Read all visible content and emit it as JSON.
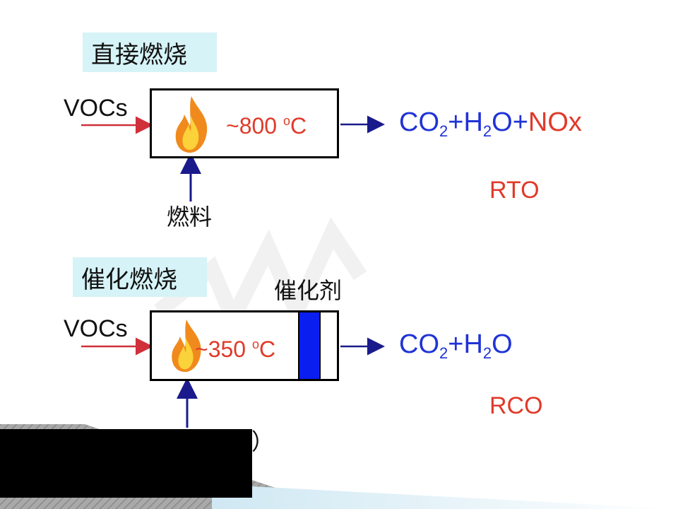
{
  "direct": {
    "title": "直接燃烧",
    "input": "VOCs",
    "temp_value": "~800 ",
    "temp_unit_sup": "o",
    "temp_unit": "C",
    "fuel_label": "燃料",
    "product": {
      "co": "CO",
      "co_sub": "2",
      "h": "+H",
      "h_sub": "2",
      "o_plus": "O+",
      "nox": "NOx"
    },
    "tag": "RTO"
  },
  "catalytic": {
    "title": "催化燃烧",
    "input": "VOCs",
    "catalyst_label": "催化剂",
    "temp_value": "~350 ",
    "temp_unit_sup": "o",
    "temp_unit": "C",
    "fuel_label": "燃料（电）",
    "product": {
      "co": "CO",
      "co_sub": "2",
      "h": "+H",
      "h_sub": "2",
      "o": "O"
    },
    "tag": "RCO"
  },
  "colors": {
    "arrow_red": "#d0303a",
    "arrow_blue": "#1a1a8c",
    "catalyst": "#0a1ef0",
    "highlight": "#d6f3f7"
  }
}
